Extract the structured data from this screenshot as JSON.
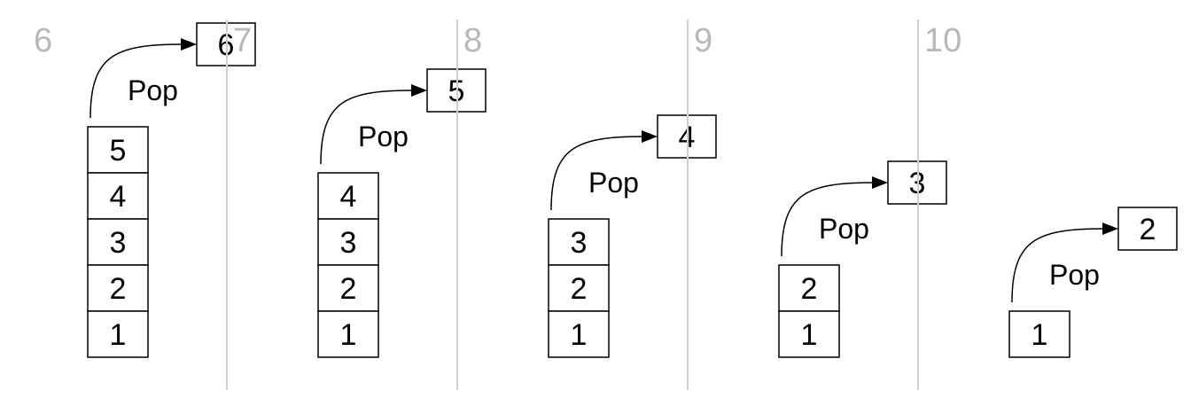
{
  "panels": [
    {
      "step": "6",
      "stack": [
        "5",
        "4",
        "3",
        "2",
        "1"
      ],
      "action": "Pop",
      "popped": "6"
    },
    {
      "step": "7",
      "stack": [
        "4",
        "3",
        "2",
        "1"
      ],
      "action": "Pop",
      "popped": "5"
    },
    {
      "step": "8",
      "stack": [
        "3",
        "2",
        "1"
      ],
      "action": "Pop",
      "popped": "4"
    },
    {
      "step": "9",
      "stack": [
        "2",
        "1"
      ],
      "action": "Pop",
      "popped": "3"
    },
    {
      "step": "10",
      "stack": [
        "1"
      ],
      "action": "Pop",
      "popped": "2"
    }
  ]
}
